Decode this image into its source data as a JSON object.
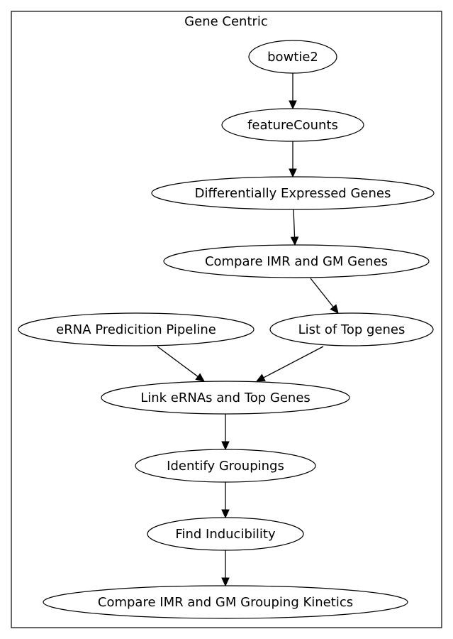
{
  "cluster": {
    "label": "Gene Centric"
  },
  "nodes": [
    {
      "id": "bowtie2",
      "label": "bowtie2"
    },
    {
      "id": "featurecounts",
      "label": "featureCounts"
    },
    {
      "id": "deg",
      "label": "Differentially Expressed Genes"
    },
    {
      "id": "compare-genes",
      "label": "Compare IMR and GM Genes"
    },
    {
      "id": "erna-pipeline",
      "label": "eRNA Predicition Pipeline"
    },
    {
      "id": "top-genes",
      "label": "List of Top genes"
    },
    {
      "id": "link-erna",
      "label": "Link eRNAs and Top Genes"
    },
    {
      "id": "groupings",
      "label": "Identify Groupings"
    },
    {
      "id": "inducibility",
      "label": "Find Inducibility"
    },
    {
      "id": "kinetics",
      "label": "Compare IMR and GM Grouping Kinetics"
    }
  ],
  "edges": [
    {
      "from": "bowtie2",
      "to": "featurecounts"
    },
    {
      "from": "featurecounts",
      "to": "deg"
    },
    {
      "from": "deg",
      "to": "compare-genes"
    },
    {
      "from": "compare-genes",
      "to": "top-genes"
    },
    {
      "from": "erna-pipeline",
      "to": "link-erna"
    },
    {
      "from": "top-genes",
      "to": "link-erna"
    },
    {
      "from": "link-erna",
      "to": "groupings"
    },
    {
      "from": "groupings",
      "to": "inducibility"
    },
    {
      "from": "inducibility",
      "to": "kinetics"
    }
  ],
  "colors": {
    "stroke": "#000000",
    "background": "#ffffff"
  }
}
